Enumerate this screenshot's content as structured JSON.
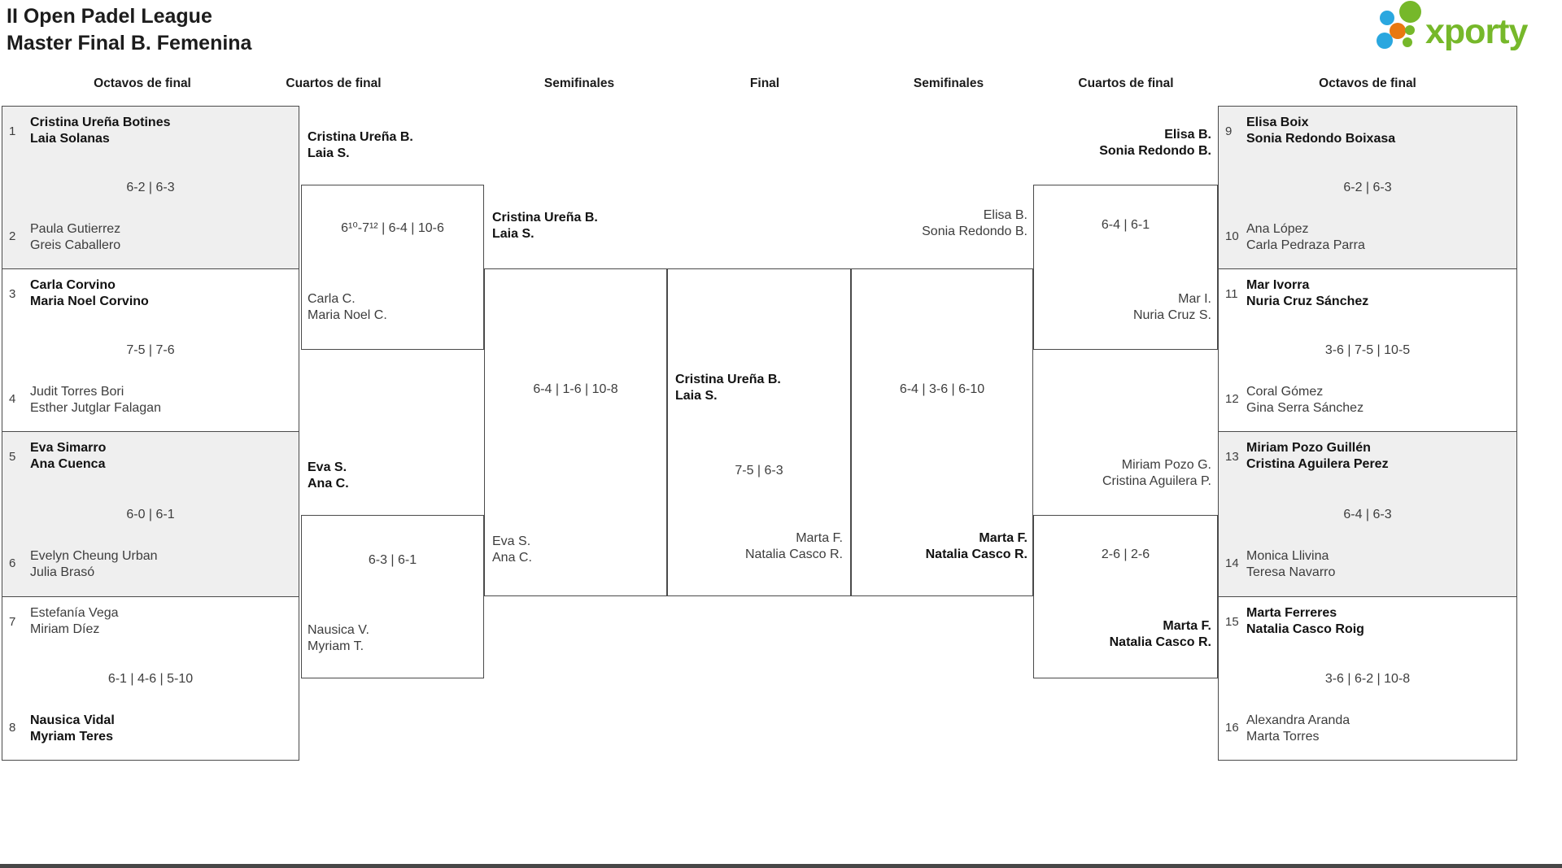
{
  "header": {
    "title_line1": "II Open Padel League",
    "title_line2": "Master Final B. Femenina",
    "logo_text": "xporty"
  },
  "round_headers": [
    "Octavos de final",
    "Cuartos de final",
    "Semifinales",
    "Final",
    "Semifinales",
    "Cuartos de final",
    "Octavos de final"
  ],
  "r16_left": [
    {
      "seed1": "1",
      "team1": "Cristina Ureña Botines\nLaia Solanas",
      "score": "6-2 | 6-3",
      "seed2": "2",
      "team2": "Paula Gutierrez\nGreis Caballero"
    },
    {
      "seed1": "3",
      "team1": "Carla Corvino\nMaria Noel Corvino",
      "score": "7-5 | 7-6",
      "seed2": "4",
      "team2": "Judit Torres Bori\nEsther Jutglar Falagan"
    },
    {
      "seed1": "5",
      "team1": "Eva Simarro\nAna Cuenca",
      "score": "6-0 | 6-1",
      "seed2": "6",
      "team2": "Evelyn Cheung Urban\nJulia Brasó"
    },
    {
      "seed1": "7",
      "team1": "Estefanía Vega\nMiriam Díez",
      "score": "6-1 | 4-6 | 5-10",
      "seed2": "8",
      "team2": "Nausica Vidal\nMyriam Teres"
    }
  ],
  "r16_right": [
    {
      "seed1": "9",
      "team1": "Elisa Boix\nSonia Redondo Boixasa",
      "score": "6-2 | 6-3",
      "seed2": "10",
      "team2": "Ana López\nCarla Pedraza Parra"
    },
    {
      "seed1": "11",
      "team1": "Mar Ivorra\nNuria Cruz Sánchez",
      "score": "3-6 | 7-5 | 10-5",
      "seed2": "12",
      "team2": "Coral Gómez\nGina Serra Sánchez"
    },
    {
      "seed1": "13",
      "team1": "Miriam Pozo Guillén\nCristina Aguilera Perez",
      "score": "6-4 | 6-3",
      "seed2": "14",
      "team2": "Monica Llivina\nTeresa Navarro"
    },
    {
      "seed1": "15",
      "team1": "Marta Ferreres\nNatalia Casco Roig",
      "score": "3-6 | 6-2 | 10-8",
      "seed2": "16",
      "team2": "Alexandra Aranda\nMarta Torres"
    }
  ],
  "qf_left": [
    {
      "team1": "Cristina Ureña B.\nLaia S.",
      "score": "6¹⁰-7¹² | 6-4 | 10-6",
      "team2": "Carla C.\nMaria Noel C."
    },
    {
      "team1": "Eva S.\nAna C.",
      "score": "6-3 | 6-1",
      "team2": "Nausica V.\nMyriam T."
    }
  ],
  "sf_left": {
    "team1": "Cristina Ureña B.\nLaia S.",
    "score": "6-4 | 1-6 | 10-8",
    "team2": "Eva S.\nAna C."
  },
  "final": {
    "team1": "Cristina Ureña B.\nLaia S.",
    "score": "7-5 | 6-3",
    "team2": "Marta F.\nNatalia Casco R."
  },
  "sf_right": {
    "team1": "Elisa B.\nSonia Redondo B.",
    "score": "6-4 | 3-6 | 6-10",
    "team2": "Marta F.\nNatalia Casco R."
  },
  "qf_right": [
    {
      "team1": "Elisa B.\nSonia Redondo B.",
      "score": "6-4 | 6-1",
      "team2": "Mar I.\nNuria Cruz S."
    },
    {
      "team1": "Miriam Pozo G.\nCristina Aguilera P.",
      "score": "2-6 | 2-6",
      "team2": "Marta F.\nNatalia Casco R."
    }
  ],
  "colors": {
    "accent_green": "#76b82a",
    "dot_blue": "#2aa7df",
    "dot_orange": "#e97810",
    "box_shade": "#efefef",
    "box_border": "#4a4a4a"
  }
}
